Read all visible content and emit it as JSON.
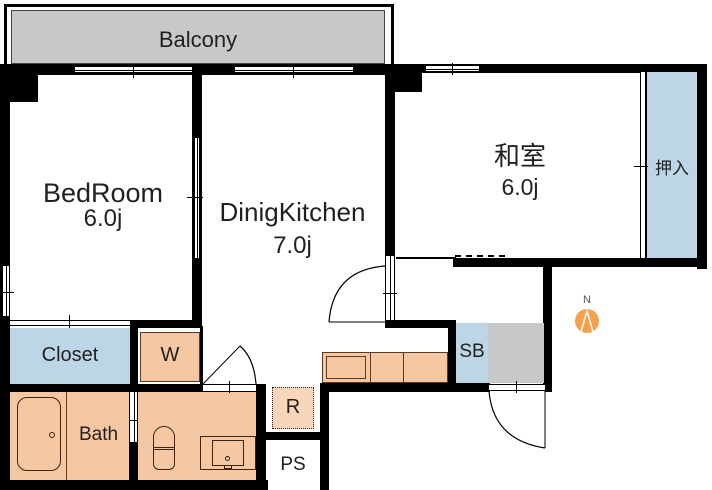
{
  "floorplan": {
    "rooms": {
      "balcony": {
        "label": "Balcony"
      },
      "bedroom": {
        "label": "BedRoom",
        "size": "6.0j"
      },
      "dining_kitchen": {
        "label": "DinigKitchen",
        "size": "7.0j"
      },
      "washitsu": {
        "label": "和室",
        "size": "6.0j"
      },
      "oshiire": {
        "label": "押入"
      },
      "closet": {
        "label": "Closet"
      },
      "washer": {
        "label": "W"
      },
      "bath": {
        "label": "Bath"
      },
      "refrigerator": {
        "label": "R"
      },
      "pipe_space": {
        "label": "PS"
      },
      "shoe_box": {
        "label": "SB"
      }
    },
    "compass": {
      "label": "N",
      "color": "#f7a04b"
    },
    "colors": {
      "wall": "#000000",
      "storage_blue": "#bcd6e8",
      "balcony_grey": "#c6c9c8",
      "wet_area_peach": "#f5c7a3"
    }
  }
}
